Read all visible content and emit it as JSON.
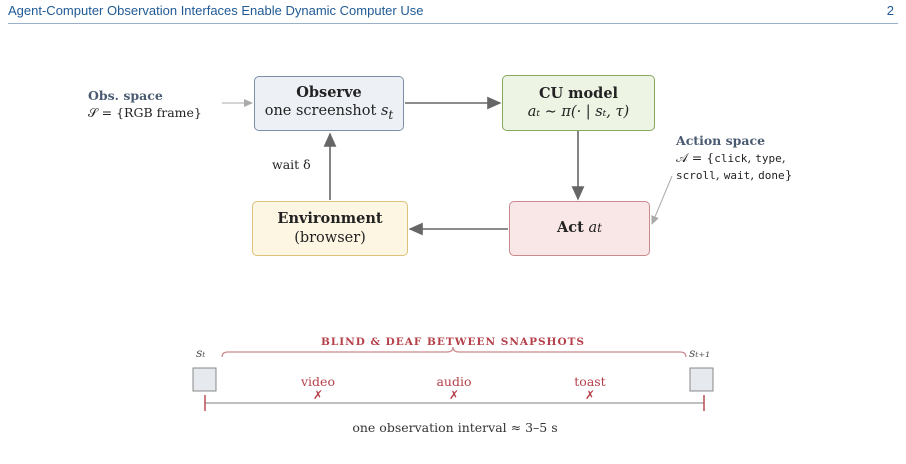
{
  "header": {
    "title": "Agent-Computer Observation Interfaces Enable Dynamic Computer Use",
    "page_number": "2"
  },
  "diagram": {
    "obs_space": {
      "title": "Obs. space",
      "formula": "𝒮 = {RGB frame}"
    },
    "observe": {
      "title": "Observe",
      "subtitle": "one screenshot",
      "var": "s",
      "sub": "t"
    },
    "cu_model": {
      "title": "CU model",
      "formula": "aₜ ∼ π(· | sₜ, τ)"
    },
    "action_space": {
      "title": "Action space",
      "prefix": "𝒜 = {",
      "actions": [
        "click",
        "type",
        "scroll",
        "wait",
        "done"
      ],
      "suffix": "}"
    },
    "environment": {
      "title": "Environment",
      "subtitle": "(browser)"
    },
    "act": {
      "title": "Act",
      "var": "a",
      "sub": "t"
    },
    "wait_label": "wait δ"
  },
  "timeline": {
    "start_label": "sₜ",
    "end_label": "sₜ₊₁",
    "banner": "BLIND & DEAF BETWEEN SNAPSHOTS",
    "events": [
      {
        "label": "video",
        "mark": "✗"
      },
      {
        "label": "audio",
        "mark": "✗"
      },
      {
        "label": "toast",
        "mark": "✗"
      }
    ],
    "interval_label": "one observation interval ≈ 3–5 s"
  },
  "colors": {
    "header": "#1f5a96",
    "observe_fill": "#edf1f6",
    "observe_border": "#7d8fa8",
    "model_fill": "#eef4e4",
    "model_border": "#86a860",
    "env_fill": "#fdf6e3",
    "env_border": "#dcc27a",
    "act_fill": "#f9e6e7",
    "act_border": "#c98a8e",
    "warning": "#b5404a"
  }
}
